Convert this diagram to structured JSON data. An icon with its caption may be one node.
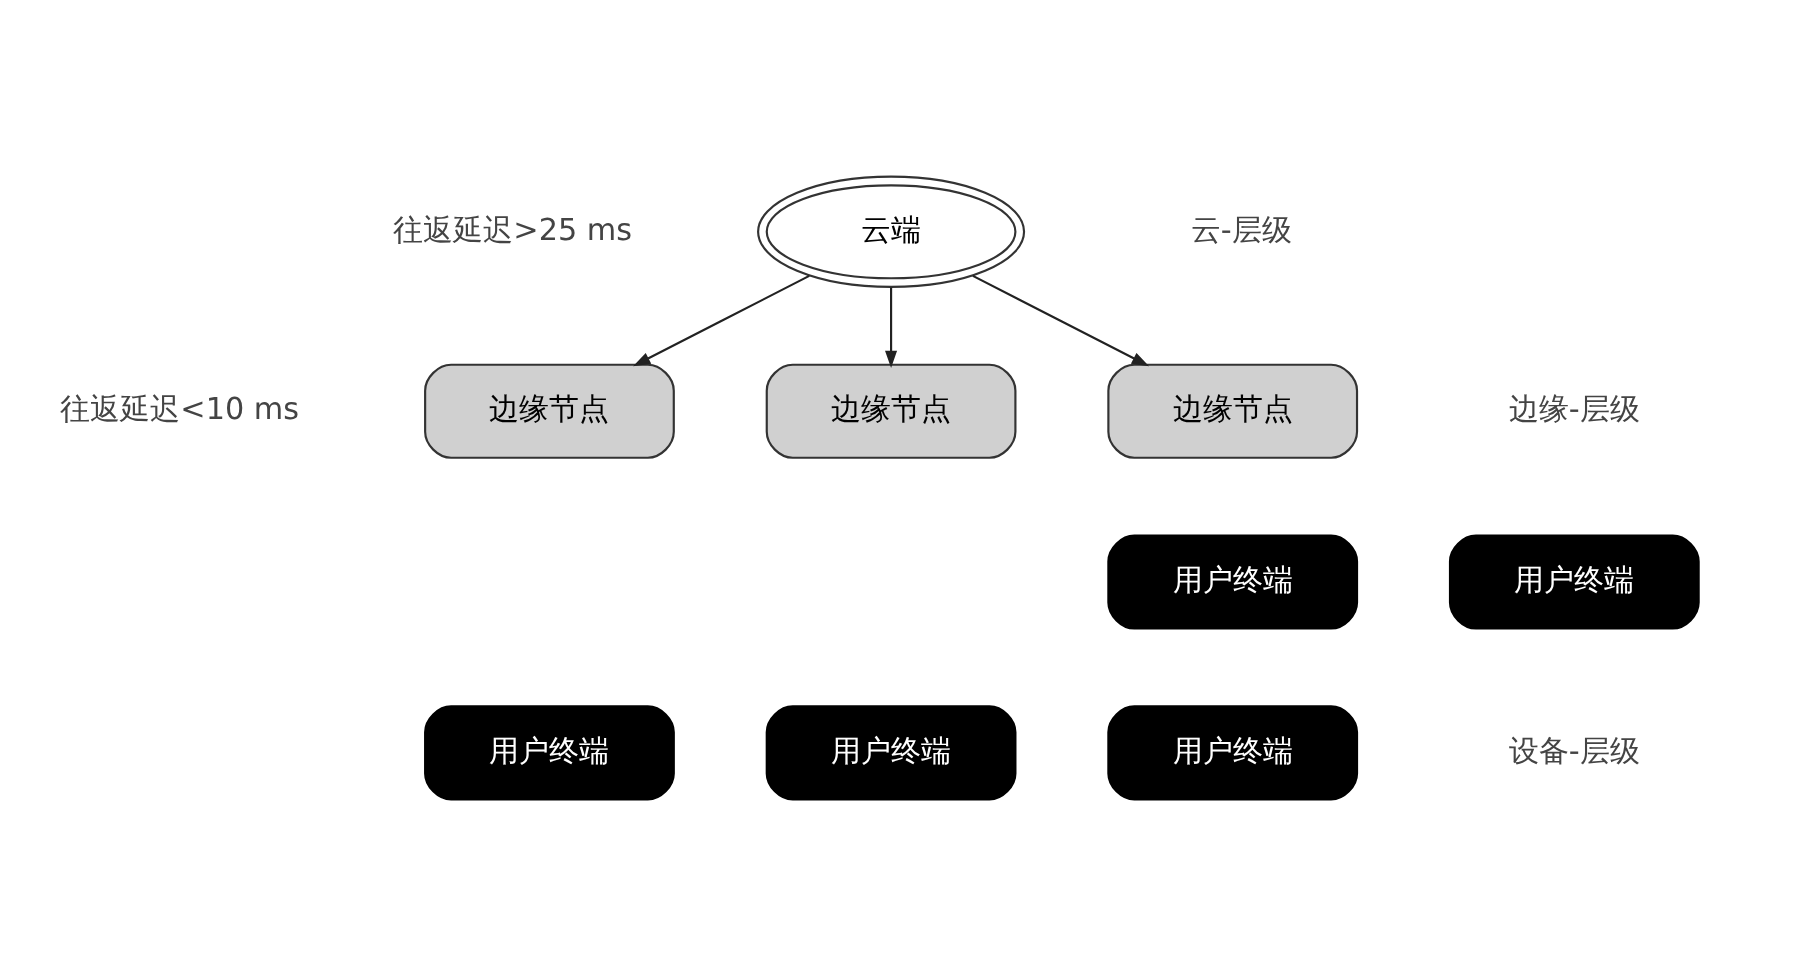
{
  "diagram": {
    "nodes": [
      {
        "text": [
          "云端"
        ]
      },
      {
        "text": [
          "边缘节点"
        ]
      },
      {
        "text": [
          "边缘节点"
        ]
      },
      {
        "text": [
          "边缘节点"
        ]
      },
      {
        "text": [
          "用户终端"
        ]
      },
      {
        "text": [
          "用户终端"
        ]
      },
      {
        "text": [
          "用户终端"
        ]
      },
      {
        "text": [
          "用户终端"
        ]
      },
      {
        "text": [
          "用户终端"
        ]
      }
    ],
    "edges": [
      {
        "from": 0,
        "to": 1,
        "arrow": "to"
      },
      {
        "from": 0,
        "to": 2,
        "arrow": "to"
      },
      {
        "from": 0,
        "to": 3,
        "arrow": "to"
      }
    ],
    "labels": [
      "往返延迟>25 ms",
      "云-层级",
      "往返延迟<10 ms",
      "边缘-层级",
      "设备-层级"
    ]
  }
}
